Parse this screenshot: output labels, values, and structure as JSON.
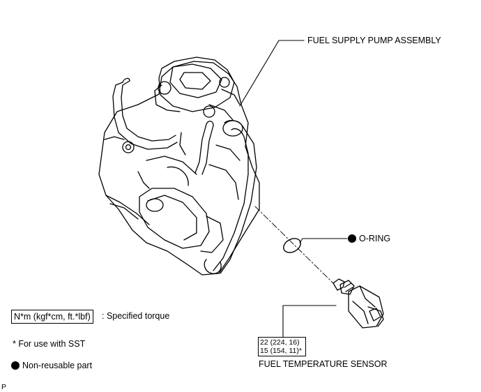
{
  "labels": {
    "pump": "FUEL SUPPLY PUMP ASSEMBLY",
    "oring": "O-RING",
    "sensor": "FUEL TEMPERATURE SENSOR"
  },
  "torque_spec": {
    "line1": "22 (224, 16)",
    "line2": "15 (154, 11)*"
  },
  "legend": {
    "torque_unit": "N*m (kgf*cm, ft.*lbf)",
    "torque_desc": ": Specified torque",
    "sst_note": "* For use with SST",
    "nonreusable": "Non-reusable part"
  },
  "corner_mark": "P"
}
